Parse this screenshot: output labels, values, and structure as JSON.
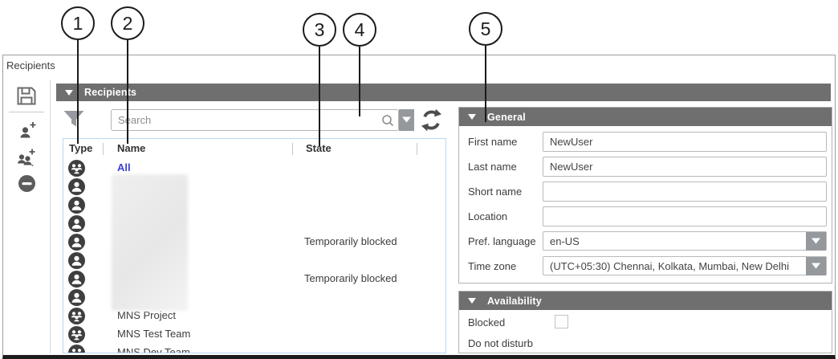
{
  "callouts": {
    "items": [
      {
        "label": "1"
      },
      {
        "label": "2"
      },
      {
        "label": "3"
      },
      {
        "label": "4"
      },
      {
        "label": "5"
      }
    ]
  },
  "window": {
    "label": "Recipients"
  },
  "toolbar": {
    "items": [
      {
        "icon": "save-icon"
      },
      {
        "icon": "add-user-icon"
      },
      {
        "icon": "add-group-icon"
      },
      {
        "icon": "block-icon"
      }
    ]
  },
  "recipients_panel": {
    "title": "Recipients",
    "filter_icon": "filter-funnel-icon",
    "search": {
      "placeholder": "Search",
      "value": "",
      "icons": [
        "search-icon",
        "dropdown-icon",
        "refresh-icon"
      ]
    },
    "columns": [
      "Type",
      "Name",
      "State"
    ],
    "rows": [
      {
        "type": "group",
        "name": "All",
        "state": "",
        "redacted": false,
        "emphasis": true
      },
      {
        "type": "person",
        "name": "",
        "state": "",
        "redacted": true,
        "emphasis": false
      },
      {
        "type": "person",
        "name": "",
        "state": "",
        "redacted": true,
        "emphasis": false
      },
      {
        "type": "person",
        "name": "",
        "state": "",
        "redacted": true,
        "emphasis": false
      },
      {
        "type": "person",
        "name": "",
        "state": "Temporarily blocked",
        "redacted": true,
        "emphasis": false
      },
      {
        "type": "person",
        "name": "",
        "state": "",
        "redacted": true,
        "emphasis": false
      },
      {
        "type": "person",
        "name": "",
        "state": "Temporarily blocked",
        "redacted": true,
        "emphasis": false
      },
      {
        "type": "person",
        "name": "",
        "state": "",
        "redacted": true,
        "emphasis": false
      },
      {
        "type": "group",
        "name": "MNS Project",
        "state": "",
        "redacted": false,
        "emphasis": false
      },
      {
        "type": "group",
        "name": "MNS Test Team",
        "state": "",
        "redacted": false,
        "emphasis": false
      },
      {
        "type": "group",
        "name": "MNS Dev Team",
        "state": "",
        "redacted": false,
        "emphasis": false
      }
    ]
  },
  "general_panel": {
    "title": "General",
    "fields": [
      {
        "label": "First name",
        "value": "NewUser",
        "type": "text"
      },
      {
        "label": "Last name",
        "value": "NewUser",
        "type": "text"
      },
      {
        "label": "Short name",
        "value": "",
        "type": "text"
      },
      {
        "label": "Location",
        "value": "",
        "type": "text"
      },
      {
        "label": "Pref. language",
        "value": "en-US",
        "type": "dropdown"
      },
      {
        "label": "Time zone",
        "value": "(UTC+05:30) Chennai, Kolkata, Mumbai, New Delhi",
        "type": "dropdown"
      }
    ]
  },
  "availability_panel": {
    "title": "Availability",
    "blocked_label": "Blocked",
    "blocked_checked": false,
    "dnd_label": "Do not disturb"
  },
  "colors": {
    "bar_gray": "#6F6F6F",
    "link_blue": "#3B3FD1",
    "table_border_blue": "#B9D7EF",
    "button_gray": "#95999D",
    "frame_bottom": "#1C1C1C"
  }
}
